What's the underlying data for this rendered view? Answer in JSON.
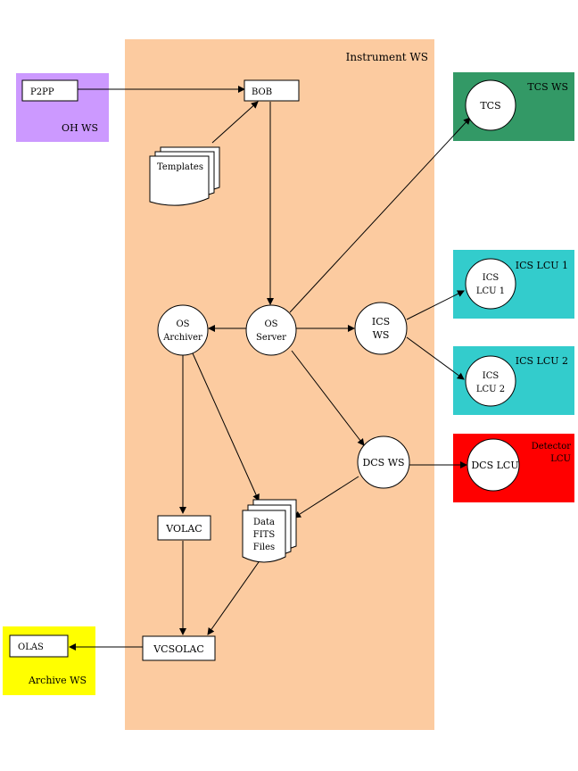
{
  "regions": {
    "instrument_ws": {
      "label": "Instrument WS",
      "color": "#fccba0"
    },
    "oh_ws": {
      "label": "OH WS",
      "color": "#cc99ff"
    },
    "tcs_ws": {
      "label": "TCS WS",
      "color": "#339966"
    },
    "ics_lcu_1": {
      "label": "ICS LCU 1",
      "color": "#33cccc"
    },
    "ics_lcu_2": {
      "label": "ICS LCU 2",
      "color": "#33cccc"
    },
    "detector_lcu": {
      "label_line1": "Detector",
      "label_line2": "LCU",
      "color": "#ff0000"
    },
    "archive_ws": {
      "label": "Archive WS",
      "color": "#ffff00"
    }
  },
  "boxes": {
    "p2pp": "P2PP",
    "bob": "BOB",
    "volac": "VOLAC",
    "vcsolac": "VCSOLAC",
    "olas": "OLAS"
  },
  "circles": {
    "tcs": {
      "line1": "TCS"
    },
    "ics_lcu1": {
      "line1": "ICS",
      "line2": "LCU 1"
    },
    "ics_lcu2": {
      "line1": "ICS",
      "line2": "LCU 2"
    },
    "os_archiver": {
      "line1": "OS",
      "line2": "Archiver"
    },
    "os_server": {
      "line1": "OS",
      "line2": "Server"
    },
    "ics_ws": {
      "line1": "ICS",
      "line2": "WS"
    },
    "dcs_ws": {
      "line1": "DCS WS"
    },
    "dcs_lcu": {
      "line1": "DCS LCU"
    }
  },
  "documents": {
    "templates": {
      "line1": "Templates"
    },
    "data_fits": {
      "line1": "Data",
      "line2": "FITS",
      "line3": "Files"
    }
  }
}
